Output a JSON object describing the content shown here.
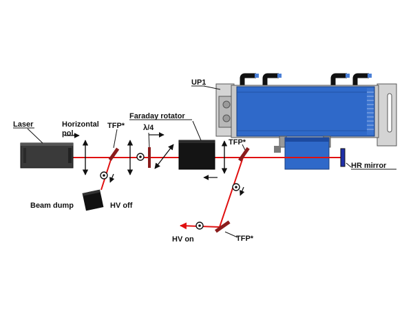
{
  "labels": {
    "laser": "Laser",
    "horizontal": "Horizontal",
    "pol": "pol.",
    "tfp_left": "TFP*",
    "lambda": "λ/4",
    "faraday": "Faraday rotator",
    "up1": "UP1",
    "tfp_mid": "TFP*",
    "hr_mirror": "HR mirror",
    "beam_dump": "Beam dump",
    "hv_off": "HV off",
    "hv_on": "HV on",
    "tfp_bottom": "TFP*"
  },
  "colors": {
    "beam": "#e01010",
    "laser_body": "#3a3a3a",
    "faraday_body": "#141414",
    "pockels_blue": "#2f69c9",
    "frame_gray": "#c9c9c9",
    "tfp_plate": "#8a1c1c",
    "hr_mirror": "#1f2fa8"
  }
}
